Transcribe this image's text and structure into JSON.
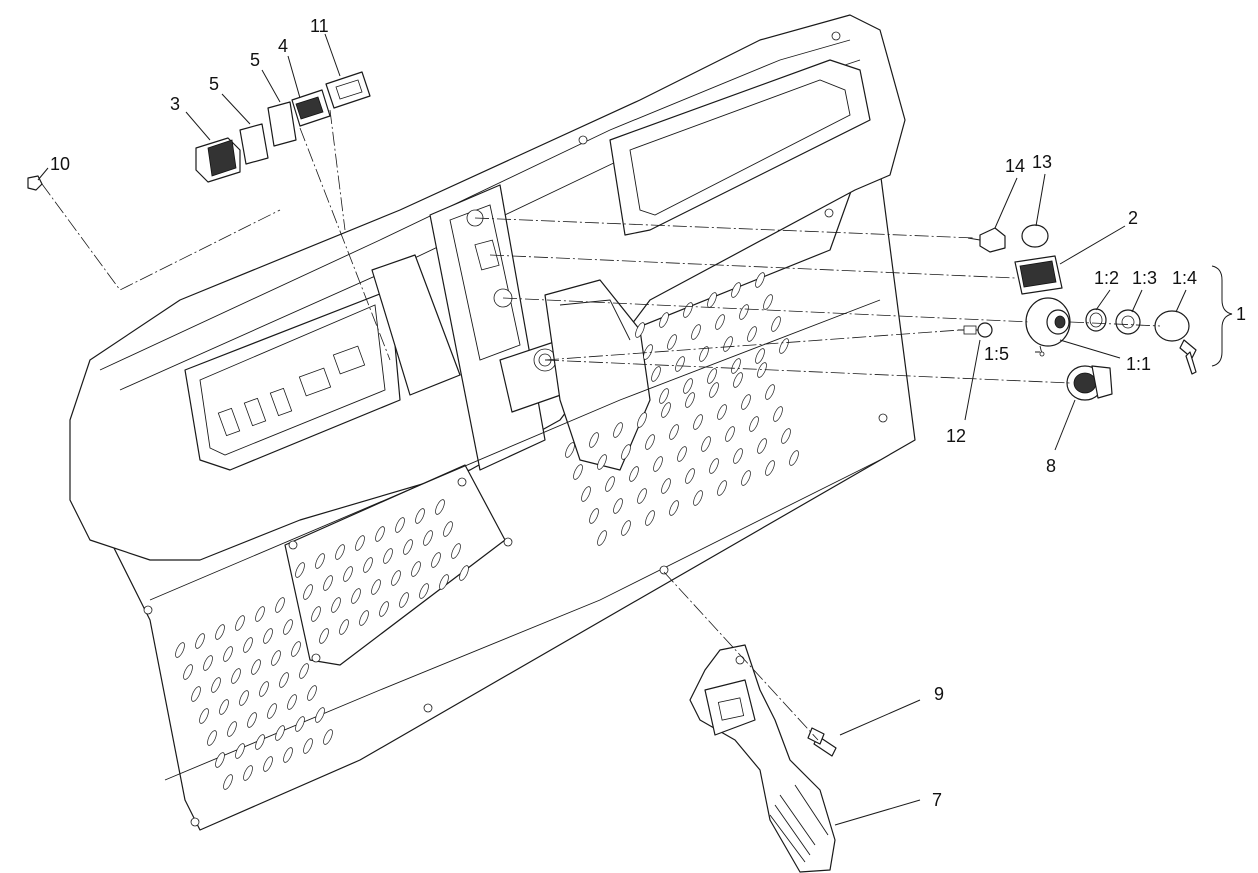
{
  "callouts": {
    "c1": "1",
    "c1_1": "1:1",
    "c1_2": "1:2",
    "c1_3": "1:3",
    "c1_4": "1:4",
    "c1_5": "1:5",
    "c2": "2",
    "c3": "3",
    "c4": "4",
    "c5a": "5",
    "c5b": "5",
    "c7": "7",
    "c8": "8",
    "c9": "9",
    "c10": "10",
    "c11": "11",
    "c12": "12",
    "c13": "13",
    "c14": "14"
  },
  "colors": {
    "line": "#1a1a1a",
    "background": "#ffffff"
  }
}
